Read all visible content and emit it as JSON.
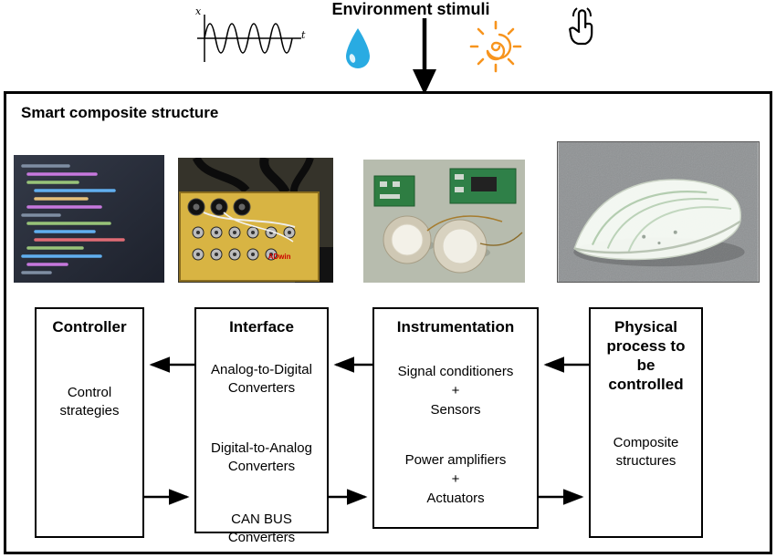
{
  "environment": {
    "title": "Environment stimuli",
    "waveform_y_label": "x",
    "waveform_x_label": "t"
  },
  "smart_structure": {
    "title": "Smart composite structure"
  },
  "photos": {
    "daq_label": "ADwin"
  },
  "diagram": {
    "controller": {
      "title": "Controller",
      "content": "Control strategies"
    },
    "interface": {
      "title": "Interface",
      "items": [
        "Analog-to-Digital Converters",
        "Digital-to-Analog Converters",
        "CAN BUS Converters"
      ]
    },
    "instrumentation": {
      "title": "Instrumentation",
      "groups": [
        [
          "Signal conditioners",
          "+",
          "Sensors"
        ],
        [
          "Power amplifiers",
          "+",
          "Actuators"
        ]
      ]
    },
    "physical_process": {
      "title": "Physical process to be controlled",
      "content": "Composite structures"
    }
  },
  "icons": {
    "waveform": "sine-plot",
    "water_drop": "drop-shape",
    "environment_arrow": "down-arrow",
    "sun": "spiral-sun",
    "touch": "tap-hand"
  },
  "colors": {
    "drop_blue": "#29abe2",
    "sun_orange": "#f7941d",
    "daq_yellow": "#d8b443",
    "daq_label_red": "#cc0000",
    "outline_black": "#000000"
  }
}
